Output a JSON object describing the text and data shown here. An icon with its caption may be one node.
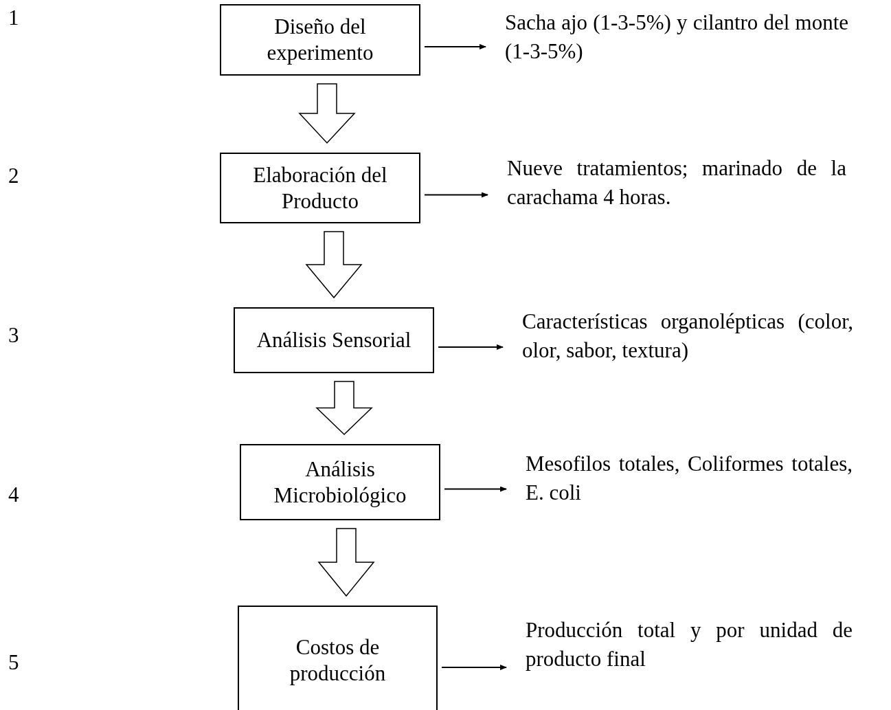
{
  "diagram": {
    "nodes": [
      {
        "text": [
          "Diseño del experimento"
        ]
      },
      {
        "text": [
          "Sacha ajo (1-3-5%) y cilantro del monte (1-3-5%)"
        ]
      },
      {
        "text": [
          "Elaboración del Producto"
        ]
      },
      {
        "text": [
          "Nueve tratamientos; marinado de la carachama 4 horas."
        ]
      },
      {
        "text": [
          "Análisis Sensorial"
        ]
      },
      {
        "text": [
          "Características organolépticas (color, olor, sabor, textura)"
        ]
      },
      {
        "text": [
          "Análisis Microbiológico"
        ]
      },
      {
        "text": [
          "Mesofilos totales, Coliformes totales, E. coli"
        ]
      },
      {
        "text": [
          "Costos de producción"
        ]
      },
      {
        "text": [
          "Producción total y por unidad de producto final"
        ]
      }
    ],
    "edges": [
      {
        "from": 0,
        "to": 1,
        "arrow": "to"
      },
      {
        "from": 0,
        "to": 2,
        "arrow": "to",
        "style": "thick"
      },
      {
        "from": 2,
        "to": 3,
        "arrow": "to"
      },
      {
        "from": 2,
        "to": 4,
        "arrow": "to",
        "style": "thick"
      },
      {
        "from": 4,
        "to": 5,
        "arrow": "to"
      },
      {
        "from": 4,
        "to": 6,
        "arrow": "to",
        "style": "thick"
      },
      {
        "from": 6,
        "to": 7,
        "arrow": "to"
      },
      {
        "from": 6,
        "to": 8,
        "arrow": "to",
        "style": "thick"
      },
      {
        "from": 8,
        "to": 9,
        "arrow": "to"
      }
    ],
    "labels": [
      "1",
      "2",
      "3",
      "4",
      "5"
    ]
  }
}
